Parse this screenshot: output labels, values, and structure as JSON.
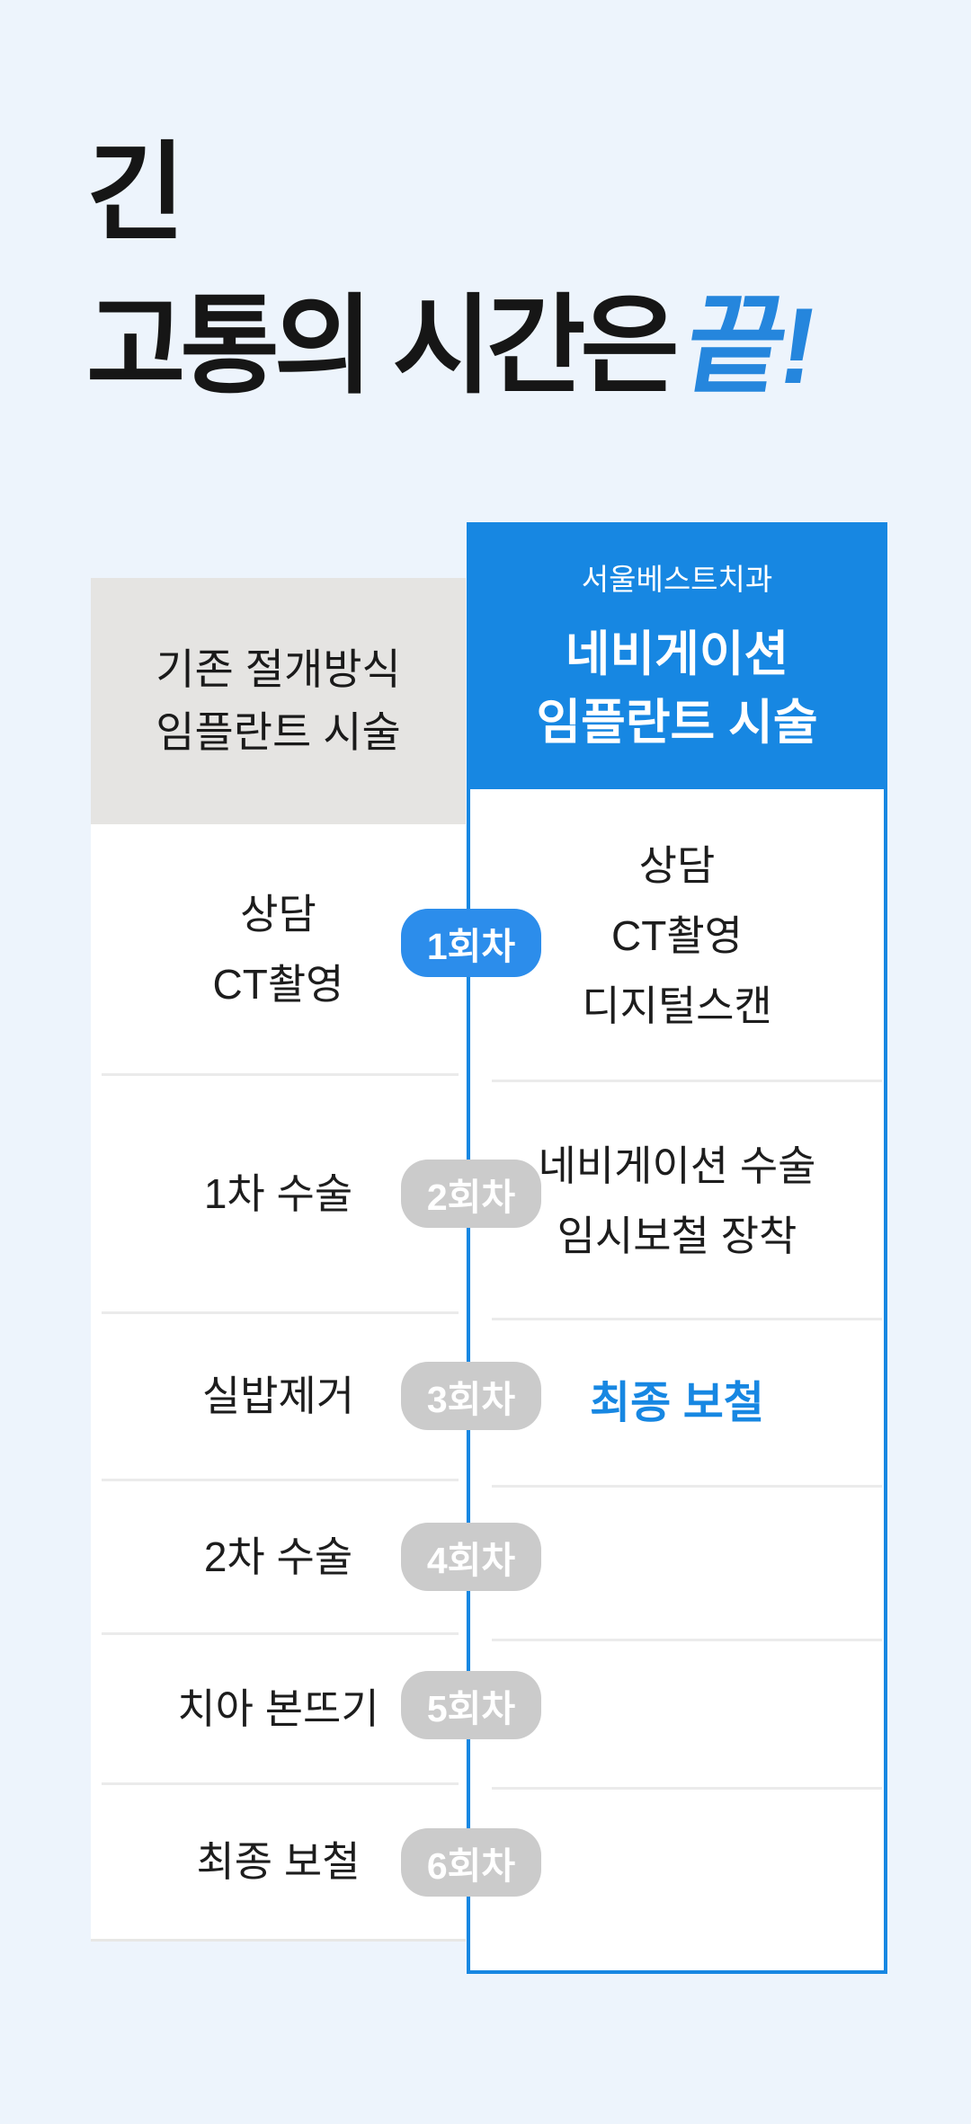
{
  "title": {
    "line1": "긴",
    "line2_black": "고통의 시간은",
    "line2_blue": "끝!"
  },
  "comparison": {
    "left": {
      "header_line1": "기존 절개방식",
      "header_line2": "임플란트 시술"
    },
    "right": {
      "clinic": "서울베스트치과",
      "header_line1": "네비게이션",
      "header_line2": "임플란트 시술"
    },
    "rows": [
      {
        "badge": "1회차",
        "badge_highlighted": true,
        "left": [
          "상담",
          "CT촬영"
        ],
        "right": [
          "상담",
          "CT촬영",
          "디지털스캔"
        ],
        "right_highlighted": false
      },
      {
        "badge": "2회차",
        "badge_highlighted": false,
        "left": [
          "1차 수술"
        ],
        "right": [
          "네비게이션 수술",
          "임시보철 장착"
        ],
        "right_highlighted": false
      },
      {
        "badge": "3회차",
        "badge_highlighted": false,
        "left": [
          "실밥제거"
        ],
        "right": [
          "최종 보철"
        ],
        "right_highlighted": true
      },
      {
        "badge": "4회차",
        "badge_highlighted": false,
        "left": [
          "2차 수술"
        ],
        "right": [],
        "right_highlighted": false
      },
      {
        "badge": "5회차",
        "badge_highlighted": false,
        "left": [
          "치아 본뜨기"
        ],
        "right": [],
        "right_highlighted": false
      },
      {
        "badge": "6회차",
        "badge_highlighted": false,
        "left": [
          "최종 보철"
        ],
        "right": [],
        "right_highlighted": false
      }
    ]
  },
  "colors": {
    "background": "#edf4fc",
    "primary_blue": "#1787e2",
    "badge_blue": "#2c8deb",
    "badge_gray": "#cbcbcb",
    "title_blue": "#2586dd",
    "left_header_bg": "#e5e4e2",
    "divider": "#ebebeb",
    "text_dark": "#1a1a1a",
    "text_white": "#ffffff"
  }
}
